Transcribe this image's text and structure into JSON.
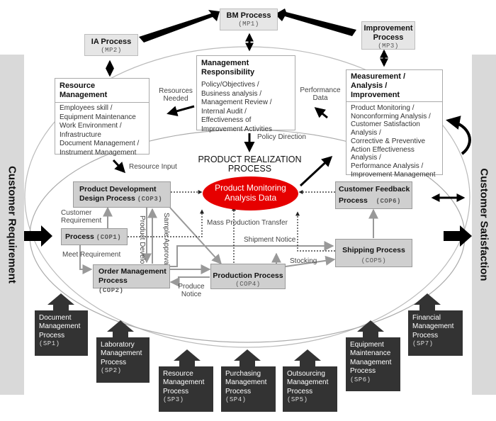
{
  "side": {
    "left": "Customer Requirement",
    "right": "Customer Satisfaction"
  },
  "top": {
    "bm": {
      "title": "BM Process",
      "code": "(MP1)"
    },
    "ia": {
      "title": "IA Process",
      "code": "(MP2)"
    },
    "improvement": {
      "title": "Improvement Process",
      "code": "(MP3)"
    }
  },
  "resource_mgmt": {
    "title": "Resource Management",
    "items": [
      "Employees skill /",
      "Equipment Maintenance",
      "Work Environment /",
      "Infrastructure",
      "Document Management /",
      "Instrument Management"
    ]
  },
  "mgmt_resp": {
    "title": "Management Responsibility",
    "items": [
      "Policy/Objectives /",
      "Business analysis /",
      "Management Review /",
      "Internal Audit /",
      "Effectiveness of",
      "Improvement Activities"
    ]
  },
  "measurement": {
    "title_line1": "Measurement / Analysis /",
    "title_line2": "Improvement",
    "items": [
      "Product Monitoring /",
      "Nonconforming Analysis /",
      "Customer Satisfaction",
      "Analysis /",
      "Corrective & Preventive",
      "Action Effectiveness",
      "Analysis /",
      "Performance Analysis /",
      "Improvement Management"
    ]
  },
  "labels": {
    "resources_needed": "Resources Needed",
    "performance_data": "Performance Data",
    "policy_direction": "Policy Direction",
    "realization_line1": "PRODUCT REALIZATION",
    "realization_line2": "PROCESS",
    "resource_input": "Resource Input",
    "customer_requirement": "Customer Requirement",
    "meet_requirement": "Meet Requirement",
    "product_development": "Product Development",
    "sample_approval": "Sample Approval",
    "mass_production_transfer": "Mass Production Transfer",
    "shipment_notice": "Shipment Notice",
    "stocking": "Stocking",
    "produce_notice": "Produce Notice"
  },
  "monitoring": {
    "line1": "Product Monitoring",
    "line2": "Analysis Data"
  },
  "cop": {
    "cop3": {
      "title_line1": "Product Development",
      "title_line2": "Design Process",
      "code": "(COP3)"
    },
    "cop1": {
      "title": "Process",
      "code": "(COP1)"
    },
    "cop2": {
      "title_line1": "Order Management",
      "title_line2": "Process",
      "code": "(COP2)"
    },
    "cop4": {
      "title": "Production Process",
      "code": "(COP4)"
    },
    "cop5": {
      "title": "Shipping Process",
      "code": "(COP5)"
    },
    "cop6": {
      "title_line1": "Customer Feedback",
      "title_line2": "Process",
      "code": "(COP6)"
    }
  },
  "support": {
    "sp1": {
      "lines": [
        "Document",
        "Management",
        "Process"
      ],
      "code": "(SP1)"
    },
    "sp2": {
      "lines": [
        "Laboratory",
        "Management",
        "Process"
      ],
      "code": "(SP2)"
    },
    "sp3": {
      "lines": [
        "Resource",
        "Management",
        "Process"
      ],
      "code": "(SP3)"
    },
    "sp4": {
      "lines": [
        "Purchasing",
        "Management",
        "Process"
      ],
      "code": "(SP4)"
    },
    "sp5": {
      "lines": [
        "Outsourcing",
        "Management",
        "Process"
      ],
      "code": "(SP5)"
    },
    "sp6": {
      "lines": [
        "Equipment",
        "Maintenance",
        "Management",
        "Process"
      ],
      "code": "(SP6)"
    },
    "sp7": {
      "lines": [
        "Financial",
        "Management",
        "Process"
      ],
      "code": "(SP7)"
    }
  },
  "colors": {
    "monitoring_fill": "#e60000",
    "support_fill": "#333333",
    "side_bar": "#d9d9d9"
  }
}
